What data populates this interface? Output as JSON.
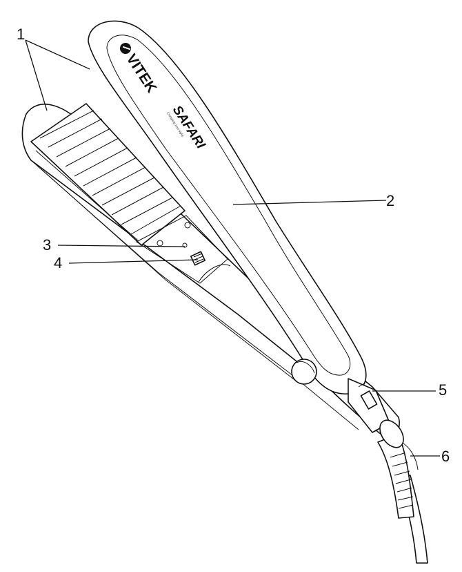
{
  "logo": "VITEK",
  "model_mark": "SAFARI",
  "model_subtext": "Crimping iron style",
  "callouts": [
    {
      "id": "1",
      "text": "1"
    },
    {
      "id": "2",
      "text": "2"
    },
    {
      "id": "3",
      "text": "3"
    },
    {
      "id": "4",
      "text": "4"
    },
    {
      "id": "5",
      "text": "5"
    },
    {
      "id": "6",
      "text": "6"
    }
  ],
  "colors": {
    "line": "#111111",
    "background": "#ffffff"
  }
}
